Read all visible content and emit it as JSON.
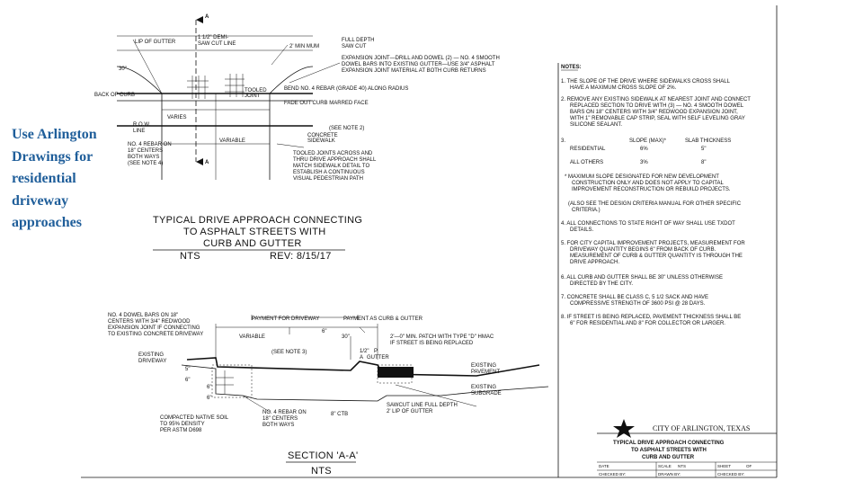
{
  "slide": {
    "caption": "Use Arlington Drawings for residential driveway approaches"
  },
  "plan": {
    "callouts": {
      "lip_of_gutter": "LIP OF GUTTER",
      "demi_saw": "1 1/2\" DEMI-",
      "saw_cut_line": "SAW CUT LINE",
      "full_depth": "FULL DEPTH",
      "saw_cut": "SAW CUT",
      "two_min": "2' MIN MUM",
      "exp_1": "EXPANSION JOINT—DRILL AND DOWEL (2) — NO. 4 SMOOTH",
      "exp_2": "DOWEL BARS INTO EXISTING GUTTER—USE 3/4\" ASPHALT",
      "exp_3": "EXPANSION JOINT MATERIAL AT BOTH CURB RETURNS",
      "thirty": "30\"",
      "back_of_curb": "BACK OF CURB",
      "tooled_1": "TOOLED",
      "tooled_2": "JOINT",
      "bend_bar": "BEND NO. 4 REBAR (GRADE 40) ALONG RADIUS",
      "fade_out": "FADE OUT CURB MARRED FACE",
      "varies": "VARIES",
      "see_note_2": "(SEE NOTE 2)",
      "row_1": "R.O.W.",
      "row_2": "LINE",
      "variable": "VARIABLE",
      "concrete_1": "CONCRETE",
      "concrete_2": "SIDEWALK",
      "rebar_1": "NO. 4 REBAR ON",
      "rebar_2": "18\" CENTERS",
      "rebar_3": "BOTH WAYS",
      "rebar_4": "(SEE NOTE 4)",
      "section_mark": "A",
      "tool_1": "TOOLED JOINTS ACROSS AND",
      "tool_2": "THRU DRIVE APPROACH SHALL",
      "tool_3": "MATCH SIDEWALK DETAIL TO",
      "tool_4": "ESTABLISH A CONTINUOUS",
      "tool_5": "VISUAL PEDESTRIAN PATH"
    },
    "title_1": "TYPICAL DRIVE APPROACH CONNECTING",
    "title_2": "TO ASPHALT STREETS WITH",
    "title_3": "CURB AND GUTTER",
    "scale": "NTS",
    "rev": "REV: 8/15/17"
  },
  "notes": {
    "heading": "NOTES:",
    "n1a": "1.  THE SLOPE OF THE DRIVE WHERE SIDEWALKS CROSS SHALL",
    "n1b": "HAVE A MAXIMUM CROSS SLOPE OF 2%.",
    "n2a": "2.  REMOVE ANY EXISTING SIDEWALK AT NEAREST JOINT AND CONNECT",
    "n2b": "REPLACED SECTION TO DRIVE WITH (3) — NO. 4 SMOOTH DOWEL",
    "n2c": "BARS ON 18\" CENTERS WITH 3/4\" REDWOOD EXPANSION JOINT,",
    "n2d": "WITH 1\" REMOVABLE CAP STRIP, SEAL WITH SELF LEVELING GRAY",
    "n2e": "SILICONE SEALANT.",
    "n3": "3.",
    "slope_head": "SLOPE (MAX)*",
    "slab_head": "SLAB THICKNESS",
    "res_label": "RESIDENTIAL",
    "res_slope": "6%",
    "res_slab": "5\"",
    "other_label": "ALL OTHERS",
    "other_slope": "3%",
    "other_slab": "8\"",
    "star1": "*  MAXIMUM SLOPE DESIGNATED FOR NEW DEVELOPMENT",
    "star2": "CONSTRUCTION ONLY AND DOES NOT APPLY TO CAPITAL",
    "star3": "IMPROVEMENT RECONSTRUCTION OR REBUILD PROJECTS.",
    "star4": "(ALSO SEE THE DESIGN CRITERIA MANUAL FOR OTHER SPECIFIC",
    "star5": "CRITERIA.)",
    "n4a": "4.  ALL CONNECTIONS TO STATE RIGHT OF WAY SHALL USE TXDOT",
    "n4b": "DETAILS.",
    "n5a": "5.  FOR CITY CAPITAL IMPROVEMENT PROJECTS, MEASUREMENT FOR",
    "n5b": "DRIVEWAY QUANTITY BEGINS 6\" FROM BACK OF CURB.",
    "n5c": "MEASUREMENT OF CURB & GUTTER QUANTITY IS THROUGH THE",
    "n5d": "DRIVE APPROACH.",
    "n6a": "6.  ALL CURB AND GUTTER SHALL BE 30\" UNLESS OTHERWISE",
    "n6b": "DIRECTED BY THE CITY.",
    "n7a": "7.  CONCRETE SHALL BE CLASS C, 5 1/2 SACK AND HAVE",
    "n7b": "COMPRESSIVE STRENGTH OF 3600 PSI @ 28 DAYS.",
    "n8a": "8.  IF STREET IS BEING REPLACED, PAVEMENT THICKNESS SHALL BE",
    "n8b": "6\" FOR RESIDENTIAL AND 8\" FOR COLLECTOR OR LARGER."
  },
  "section": {
    "dowel_1": "NO. 4 DOWEL BARS ON 18\"",
    "dowel_2": "CENTERS WITH 3/4\" REDWOOD",
    "dowel_3": "EXPANSION JOINT IF CONNECTING",
    "dowel_4": "TO EXISTING CONCRETE DRIVEWAY",
    "pay_drive": "PAYMENT FOR DRIVEWAY",
    "pay_curb": "PAYMENT AS CURB & GUTTER",
    "six_top": "6\"",
    "variable": "VARIABLE",
    "thirty": "30\"",
    "patch_1": "2'—0\" MIN. PATCH WITH TYPE \"D\" HMAC",
    "patch_2": "IF STREET IS BEING REPLACED",
    "see_note_3": "(SEE NOTE 3)",
    "half_1": "1/2\"",
    "half_2": "P",
    "half_3": "A",
    "half_4": "GUTTER",
    "exist_1": "EXISTING",
    "exist_2": "DRIVEWAY",
    "exist_pave_1": "EXISTING",
    "exist_pave_2": "PAVEMENT",
    "exist_sub_1": "EXISTING",
    "exist_sub_2": "SUBGRADE",
    "d_a": "5\"",
    "d_b": "6\"",
    "d_c": "6\"",
    "d_d": "6\"",
    "d_e": "8\" CTB",
    "soil_1": "COMPACTED NATIVE SOIL",
    "soil_2": "TO 95% DENSITY",
    "soil_3": "PER ASTM D698",
    "rebar_1": "NO. 4 REBAR ON",
    "rebar_2": "18\" CENTERS",
    "rebar_3": "BOTH WAYS",
    "sawcut_1": "SAWCUT LINE FULL DEPTH",
    "sawcut_2": "2' LIP OF GUTTER",
    "title": "SECTION 'A-A'",
    "scale": "NTS"
  },
  "title_block": {
    "city": "CITY OF ARLINGTON, TEXAS",
    "t1": "TYPICAL DRIVE APPROACH CONNECTING",
    "t2": "TO ASPHALT STREETS WITH",
    "t3": "CURB AND GUTTER",
    "date_label": "DATE",
    "scale_label": "SCALE",
    "scale_value": "NTS",
    "sheet_label": "SHEET",
    "of_label": "OF",
    "checked_label": "CHECKED BY:",
    "drawn_label": "DRAWN BY:",
    "checked_label_2": "CHECKED BY:"
  }
}
